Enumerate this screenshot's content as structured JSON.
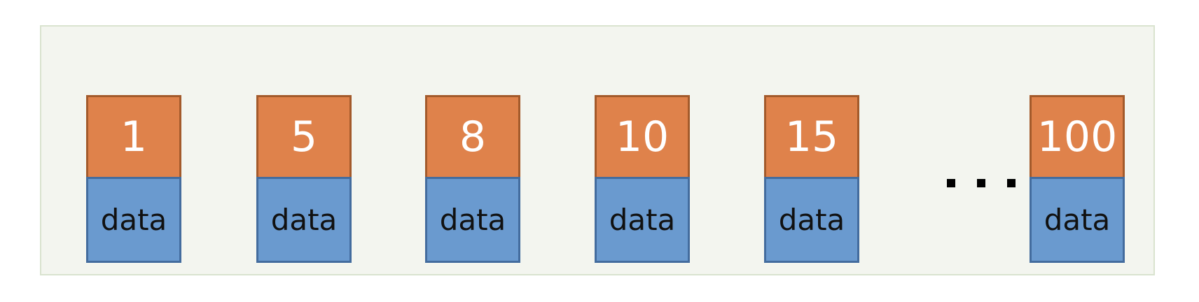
{
  "diagram": {
    "records": [
      {
        "key": "1",
        "data": "data"
      },
      {
        "key": "5",
        "data": "data"
      },
      {
        "key": "8",
        "data": "data"
      },
      {
        "key": "10",
        "data": "data"
      },
      {
        "key": "15",
        "data": "data"
      },
      {
        "key": "100",
        "data": "data"
      }
    ],
    "ellipsis": "...",
    "colors": {
      "key_fill": "#df824b",
      "key_border": "#a35a2b",
      "data_fill": "#6a9acf",
      "data_border": "#436c9e",
      "panel_fill": "#f3f5ef",
      "panel_border": "#d9e3cf"
    }
  }
}
